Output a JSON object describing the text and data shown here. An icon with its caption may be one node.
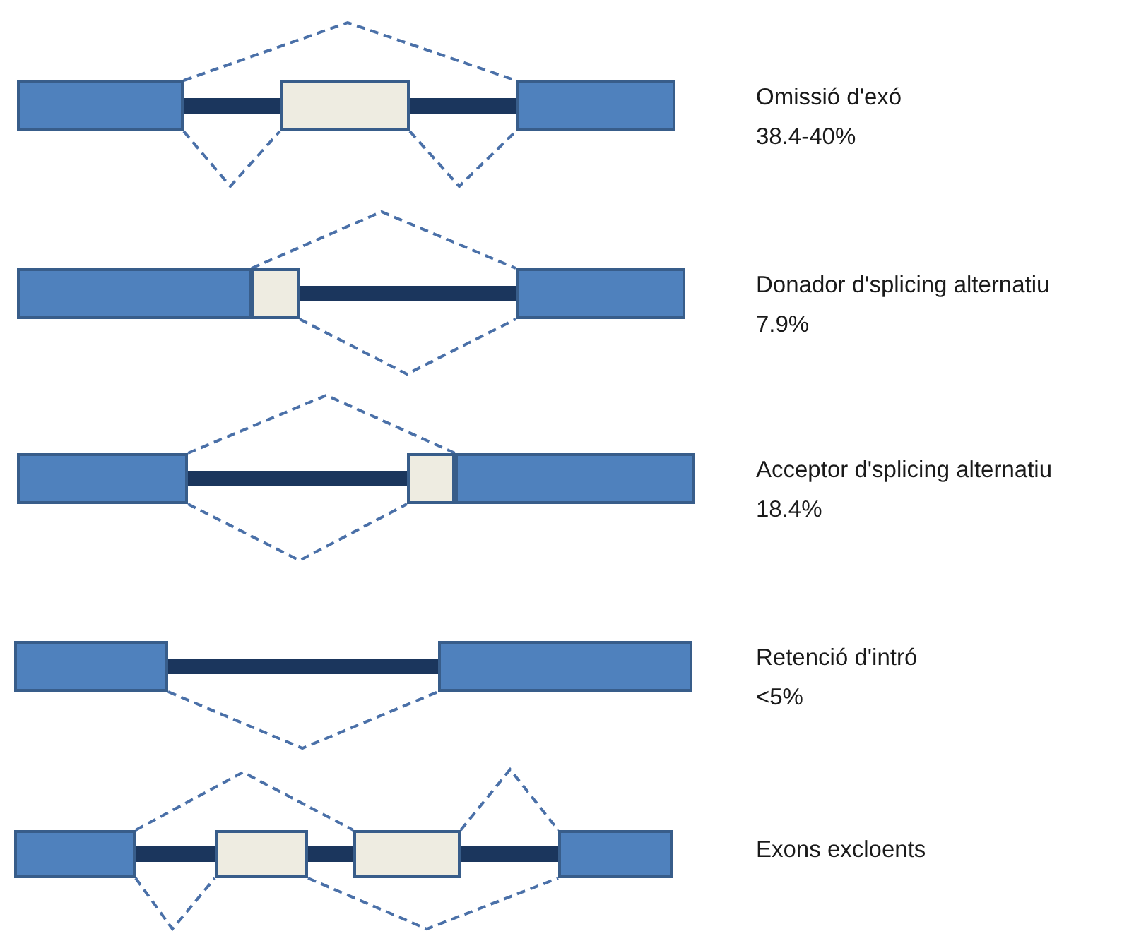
{
  "diagram": {
    "nodes": [
      {
        "text": [],
        "shape": "box"
      },
      {
        "text": [],
        "shape": "box"
      },
      {
        "text": [],
        "shape": "box"
      },
      {
        "text": [],
        "shape": "box"
      },
      {
        "text": [],
        "shape": "box"
      },
      {
        "text": [],
        "shape": "box"
      },
      {
        "text": [],
        "shape": "box"
      },
      {
        "text": [],
        "shape": "box"
      },
      {
        "text": [],
        "shape": "box"
      },
      {
        "text": [],
        "shape": "box"
      },
      {
        "text": [],
        "shape": "box"
      },
      {
        "text": [],
        "shape": "box"
      },
      {
        "text": [],
        "shape": "box"
      },
      {
        "text": [],
        "shape": "box"
      },
      {
        "text": [],
        "shape": "box"
      }
    ],
    "edges": [
      {
        "from": 0,
        "to": 1,
        "arrow": "none",
        "style": "thick",
        "color": "#1b365d"
      },
      {
        "from": 1,
        "to": 2,
        "arrow": "none",
        "style": "thick",
        "color": "#1b365d"
      },
      {
        "from": 0,
        "to": 2,
        "arrow": "none",
        "style": "dashed"
      },
      {
        "from": 0,
        "to": 1,
        "arrow": "none",
        "style": "dashed"
      },
      {
        "from": 1,
        "to": 2,
        "arrow": "none",
        "style": "dashed"
      },
      {
        "from": 4,
        "to": 5,
        "arrow": "none",
        "style": "thick",
        "color": "#1b365d"
      },
      {
        "from": 3,
        "to": 5,
        "arrow": "none",
        "style": "dashed"
      },
      {
        "from": 4,
        "to": 5,
        "arrow": "none",
        "style": "dashed"
      },
      {
        "from": 6,
        "to": 7,
        "arrow": "none",
        "style": "thick",
        "color": "#1b365d"
      },
      {
        "from": 6,
        "to": 8,
        "arrow": "none",
        "style": "dashed"
      },
      {
        "from": 6,
        "to": 7,
        "arrow": "none",
        "style": "dashed"
      },
      {
        "from": 9,
        "to": 10,
        "arrow": "none",
        "style": "thick",
        "color": "#1b365d"
      },
      {
        "from": 9,
        "to": 10,
        "arrow": "none",
        "style": "dashed"
      },
      {
        "from": 11,
        "to": 12,
        "arrow": "none",
        "style": "thick",
        "color": "#1b365d"
      },
      {
        "from": 12,
        "to": 13,
        "arrow": "none",
        "style": "thick",
        "color": "#1b365d"
      },
      {
        "from": 13,
        "to": 14,
        "arrow": "none",
        "style": "thick",
        "color": "#1b365d"
      },
      {
        "from": 11,
        "to": 13,
        "arrow": "none",
        "style": "dashed"
      },
      {
        "from": 13,
        "to": 14,
        "arrow": "none",
        "style": "dashed"
      },
      {
        "from": 11,
        "to": 12,
        "arrow": "none",
        "style": "dashed"
      },
      {
        "from": 12,
        "to": 14,
        "arrow": "none",
        "style": "dashed"
      }
    ],
    "labels": [
      "Omissió d'exó",
      "38.4-40%",
      "Donador d'splicing alternatiu",
      "7.9%",
      "Acceptor d'splicing alternatiu",
      "18.4%",
      "Retenció d'intró",
      "<5%",
      "Exons excloents"
    ]
  }
}
